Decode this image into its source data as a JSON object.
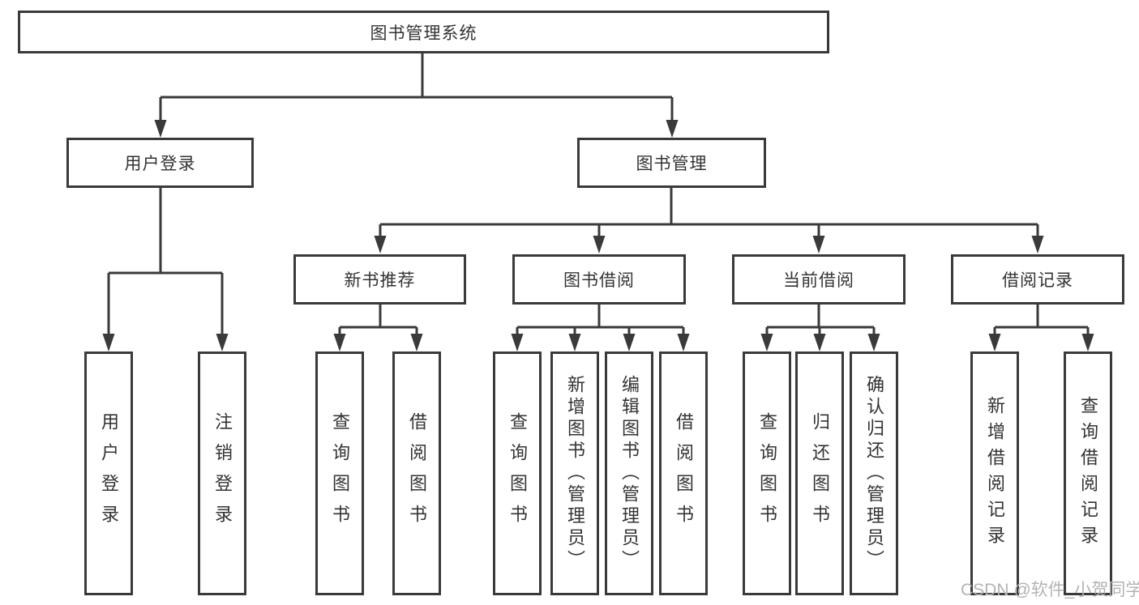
{
  "diagram": {
    "root": {
      "label": "图书管理系统"
    },
    "branches": [
      {
        "label": "用户登录",
        "children": [
          {
            "label": "用户登录"
          },
          {
            "label": "注销登录"
          }
        ]
      },
      {
        "label": "图书管理",
        "sections": [
          {
            "label": "新书推荐",
            "children": [
              {
                "label": "查询图书"
              },
              {
                "label": "借阅图书"
              }
            ]
          },
          {
            "label": "图书借阅",
            "children": [
              {
                "label": "查询图书"
              },
              {
                "label": "新增图书（管理员）"
              },
              {
                "label": "编辑图书（管理员）"
              },
              {
                "label": "借阅图书"
              }
            ]
          },
          {
            "label": "当前借阅",
            "children": [
              {
                "label": "查询图书"
              },
              {
                "label": "归还图书"
              },
              {
                "label": "确认归还（管理员）"
              }
            ]
          },
          {
            "label": "借阅记录",
            "children": [
              {
                "label": "新增借阅记录"
              },
              {
                "label": "查询借阅记录"
              }
            ]
          }
        ]
      }
    ]
  },
  "watermark": {
    "text": "CSDN @软件_小贺同学"
  },
  "colors": {
    "line": "#3a3a3a",
    "text": "#333333",
    "background": "#ffffff",
    "watermark": "#b3b3b3"
  }
}
